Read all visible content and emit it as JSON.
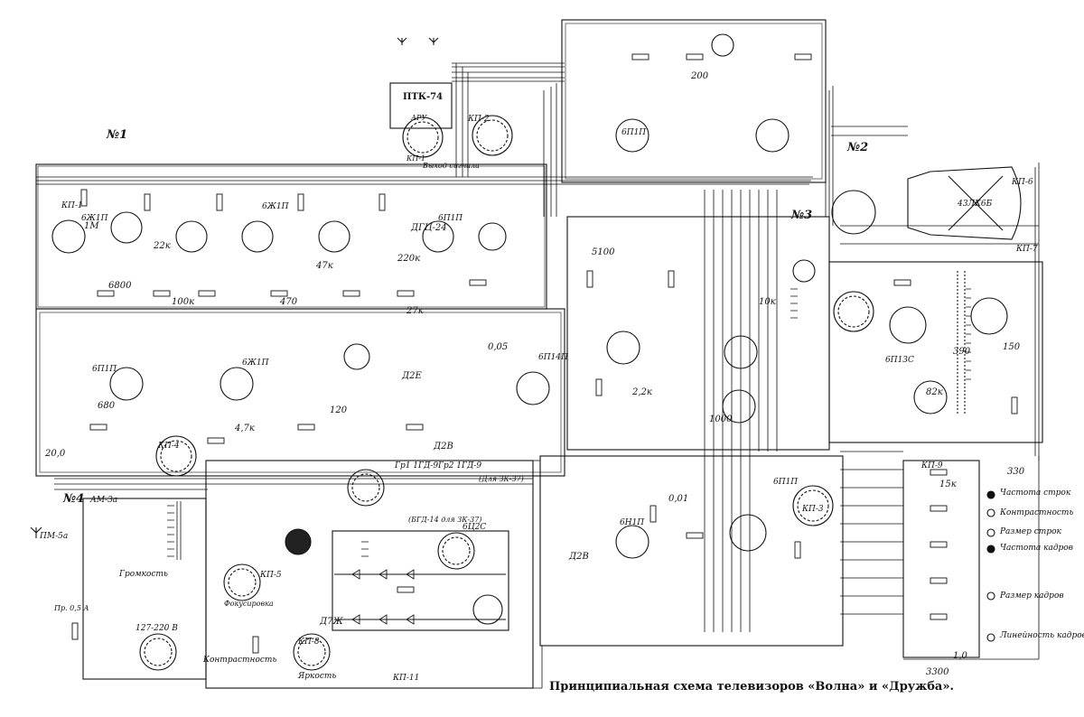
{
  "caption": "Принципиальная схема телевизоров «Волна» и «Дружба».",
  "block_labels": {
    "block1": "№1",
    "block2": "№2",
    "block3": "№3",
    "block4": "№4"
  },
  "components": {
    "tuner": "ПТК-74",
    "tuner_sub": "АРУ",
    "kp1_top": "КП-1",
    "kp2": "КП-2",
    "kp3": "КП-3",
    "kp4": "КП-4",
    "kp5": "КП-5",
    "kp6": "КП-6",
    "kp8": "КП-8",
    "kp9": "КП-9",
    "kp11": "КП-11",
    "kp7": "КП-7",
    "antenna_ae": "АМ-3а",
    "antenna_pm": "ПМ-5а",
    "crt": "43ЛК6Б",
    "video_out": "Выход сигнала",
    "tube_6zh1p": "6Ж1П",
    "tube_6p1p": "6П1П",
    "tube_6n1p": "6Н1П",
    "tube_6p14p": "6П14П",
    "tube_6p13s": "6П13С",
    "tube_6c2s": "6Ц2С",
    "speakers_a": "Гр1 1ГД-9",
    "speakers_b": "Гр2 1ГД-9",
    "speaker_note": "(Для ЗК-37)",
    "speaker_note2": "(БГД-14 для ЗК-37)",
    "volume": "Громкость",
    "contrast": "Контрастность",
    "brightness": "Яркость",
    "mains": "127-220 В",
    "focus": "Фокусировка",
    "fuse": "Пр. 0,5 А"
  },
  "side_controls": [
    "Частота строк",
    "Контрастность",
    "Размер строк",
    "Частота кадров",
    "Размер кадров",
    "Линейность кадров"
  ],
  "part_values": [
    "6800",
    "100к",
    "22к",
    "1М",
    "470",
    "47к",
    "0,05",
    "220к",
    "5100",
    "200",
    "330",
    "15к",
    "1,0",
    "2,2к",
    "10к",
    "120",
    "27к",
    "680",
    "0,01",
    "4,7к",
    "82к",
    "150",
    "3300",
    "1000",
    "20,0",
    "390"
  ],
  "diodes": [
    "Д2В",
    "Д2Е",
    "Д7Ж",
    "ДГЦ-24"
  ]
}
